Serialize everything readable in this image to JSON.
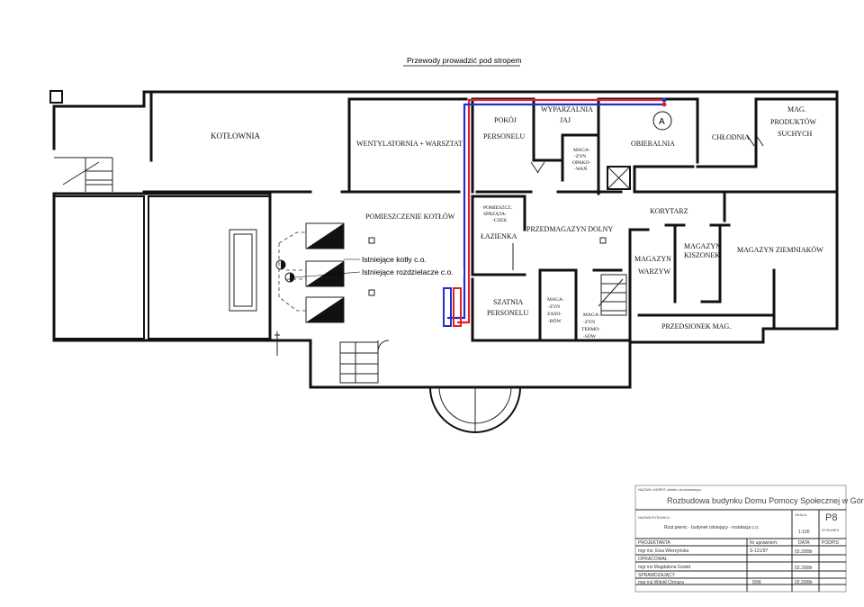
{
  "notes": {
    "ceiling": "Przewody prowadzić pod stropem",
    "boilers": "Istniejące kotły c.o.",
    "distributors": "Istniejące rozdzielacze c.o.",
    "marker": "A"
  },
  "rooms": {
    "kotlownia": "KOTŁOWNIA",
    "wentylatornia": "WENTYLATORNIA + WARSZTAT",
    "pokoj_1": "POKÓJ",
    "pokoj_2": "PERSONELU",
    "wyparzalnia_1": "WYPARZALNIA",
    "wyparzalnia_2": "JAJ",
    "obieralnia": "OBIERALNIA",
    "chlodnia": "CHŁODNIA",
    "mag_prod_1": "MAG.",
    "mag_prod_2": "PRODUKTÓW",
    "mag_prod_3": "SUCHYCH",
    "mag_opak_1": "MAGA-",
    "mag_opak_2": "-ZYN",
    "mag_opak_3": "OPAKO-",
    "mag_opak_4": "-WAŃ",
    "pom_kotlow": "POMIESZCZENIE KOTŁÓW",
    "pom_sprz_1": "POMIESZCZ.",
    "pom_sprz_2": "SPRZĄTA-",
    "pom_sprz_3": "-CZEK",
    "lazienka": "ŁAZIENKA",
    "przedmagazyn": "PRZEDMAGAZYN DOLNY",
    "korytarz": "KORYTARZ",
    "mag_warzyw_1": "MAGAZYN",
    "mag_warzyw_2": "WARZYW",
    "mag_kiszonek_1": "MAGAZYN",
    "mag_kiszonek_2": "KISZONEK",
    "mag_ziemniakow": "MAGAZYN ZIEMNIAKÓW",
    "szatnia_1": "SZATNIA",
    "szatnia_2": "PERSONELU",
    "mag_zasobow_1": "MAGA-",
    "mag_zasobow_2": "-ZYN",
    "mag_zasobow_3": "ZASO-",
    "mag_zasobow_4": "-BÓW",
    "mag_termosow_1": "MAGA-",
    "mag_termosow_2": "-ZYN",
    "mag_termosow_3": "TERMO-",
    "mag_termosow_4": "-SÓW",
    "przedsionek": "PRZEDSIONEK MAG."
  },
  "title_block": {
    "object_label": "NAZWA i ADRES obiektu budowlanego:",
    "object_name": "Rozbudowa budynku Domu Pomocy Społecznej w Górnie",
    "drawing_label": "NAZWA RYSUNKU:",
    "drawing_name": "Rzut piwnic - budynek istniejący - instalacja c.o.",
    "scale_label": "SKALA:",
    "scale_value": "1:100",
    "drawing_no_label": "RYSUNEK",
    "drawing_no": "P8",
    "designer_label": "PROJEKTANTA",
    "license_label": "Nr uprawnień:",
    "date_label": "DATA",
    "signature_label": "PODPIS",
    "designer_name": "mgr inż. Ewa Wierzyńska",
    "designer_license": "S-121/97",
    "designer_date": "02.2008r",
    "author_label": "OPRACOWAŁ:",
    "author_name": "mgr inż.Magdalena Gowid",
    "author_date": "02.2008r",
    "checker_label": "SPRAWDZAJĄCY",
    "checker_name": "mgr inż.Witold Chmura",
    "checker_license": "5/96",
    "checker_date": "02.2008r"
  },
  "colors": {
    "supply_pipe": "#e0202a",
    "return_pipe": "#2030c8",
    "wall": "#111111"
  }
}
